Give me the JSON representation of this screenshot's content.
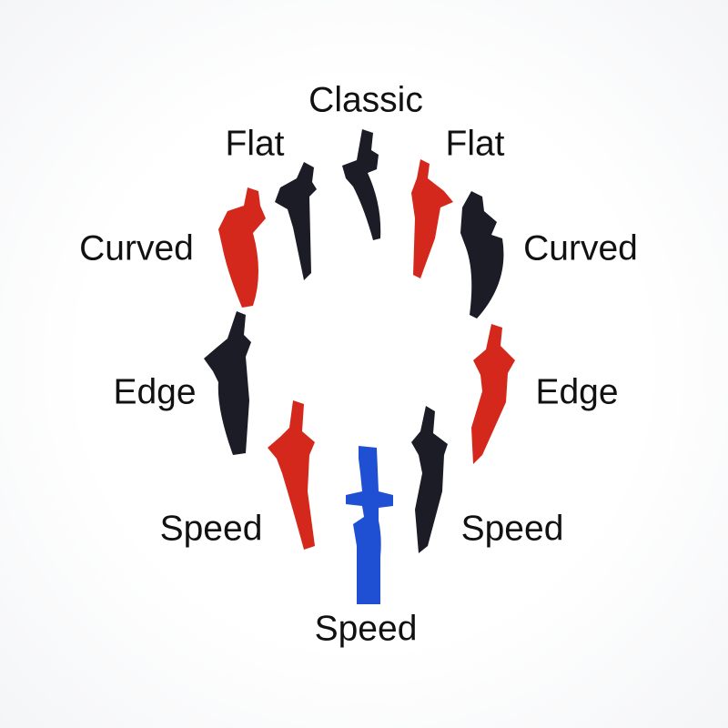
{
  "colors": {
    "red": "#d3281b",
    "black": "#1b1c26",
    "blue": "#1f4fd2"
  },
  "labels": {
    "classic": "Classic",
    "flat_left": "Flat",
    "flat_right": "Flat",
    "curved_left": "Curved",
    "curved_right": "Curved",
    "edge_left": "Edge",
    "edge_right": "Edge",
    "speed_left": "Speed",
    "speed_right": "Speed",
    "speed_bottom": "Speed"
  }
}
